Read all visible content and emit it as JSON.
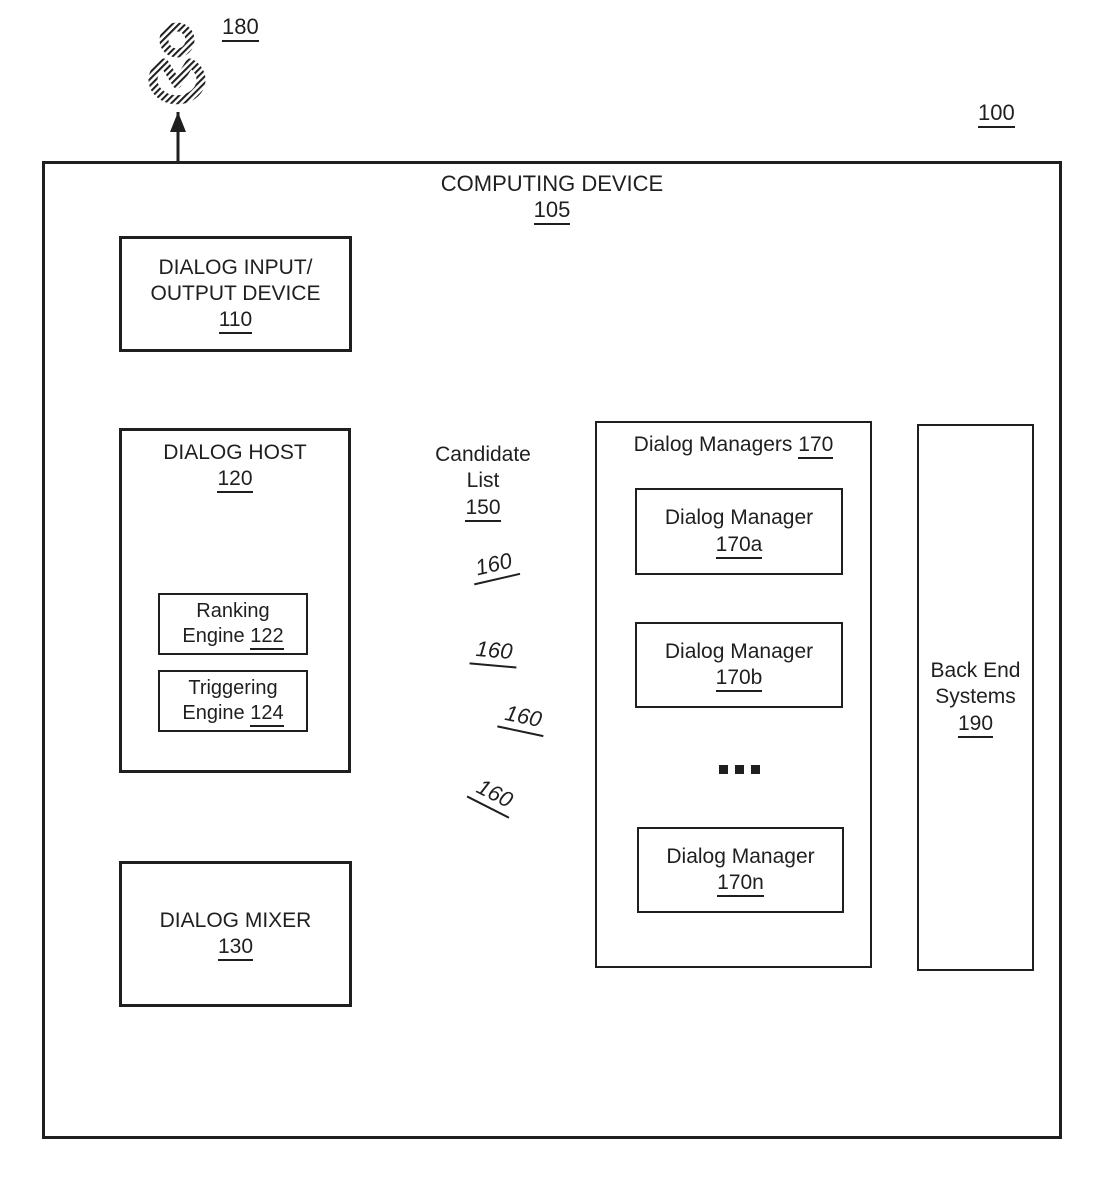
{
  "figure": {
    "overall_ref": "100",
    "user": {
      "ref": "180"
    },
    "computing_device": {
      "title": "COMPUTING DEVICE",
      "ref": "105"
    },
    "io_device": {
      "line1": "DIALOG INPUT/",
      "line2": "OUTPUT DEVICE",
      "ref": "110"
    },
    "dialog_host": {
      "title": "DIALOG HOST",
      "ref": "120"
    },
    "ranking_engine": {
      "word1": "Ranking",
      "word2": "Engine",
      "ref": "122"
    },
    "triggering_engine": {
      "word1": "Triggering",
      "word2": "Engine",
      "ref": "124"
    },
    "candidate_list": {
      "word1": "Candidate",
      "word2": "List",
      "ref": "150"
    },
    "flow_ref": "160",
    "dialog_managers": {
      "title": "Dialog Managers",
      "ref": "170"
    },
    "manager_a": {
      "title": "Dialog Manager",
      "ref": "170a"
    },
    "manager_b": {
      "title": "Dialog Manager",
      "ref": "170b"
    },
    "manager_n": {
      "title": "Dialog Manager",
      "ref": "170n"
    },
    "ellipsis": "...",
    "back_end": {
      "word1": "Back End",
      "word2": "Systems",
      "ref": "190"
    },
    "dialog_mixer": {
      "title": "DIALOG MIXER",
      "ref": "130"
    },
    "colors": {
      "ink": "#1f1f1f",
      "background": "#ffffff"
    }
  }
}
